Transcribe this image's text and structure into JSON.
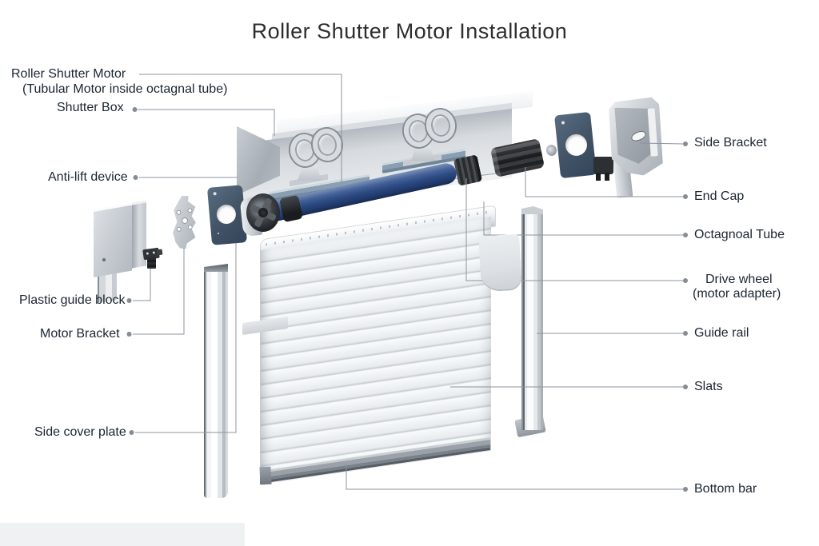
{
  "title": "Roller Shutter Motor Installation",
  "labels": {
    "left": [
      {
        "text": "Roller Shutter Motor",
        "subtext": "(Tubular Motor inside octagnal tube)"
      },
      {
        "text": "Shutter Box"
      },
      {
        "text": "Anti-lift device"
      },
      {
        "text": "Plastic guide block"
      },
      {
        "text": "Motor Bracket"
      },
      {
        "text": "Side cover plate"
      }
    ],
    "right": [
      {
        "text": "Side Bracket"
      },
      {
        "text": "End Cap"
      },
      {
        "text": "Octagnoal Tube"
      },
      {
        "text": "Drive wheel",
        "subtext": "(motor adapter)"
      },
      {
        "text": "Guide rail"
      },
      {
        "text": "Slats"
      },
      {
        "text": "Bottom bar"
      }
    ]
  },
  "colors": {
    "motor_blue": "#2c4a82",
    "plate_navy": "#435467",
    "label_text": "#1b2530",
    "leader_line": "#8d949c",
    "title_text": "#2e2e30",
    "background": "#ffffff"
  }
}
